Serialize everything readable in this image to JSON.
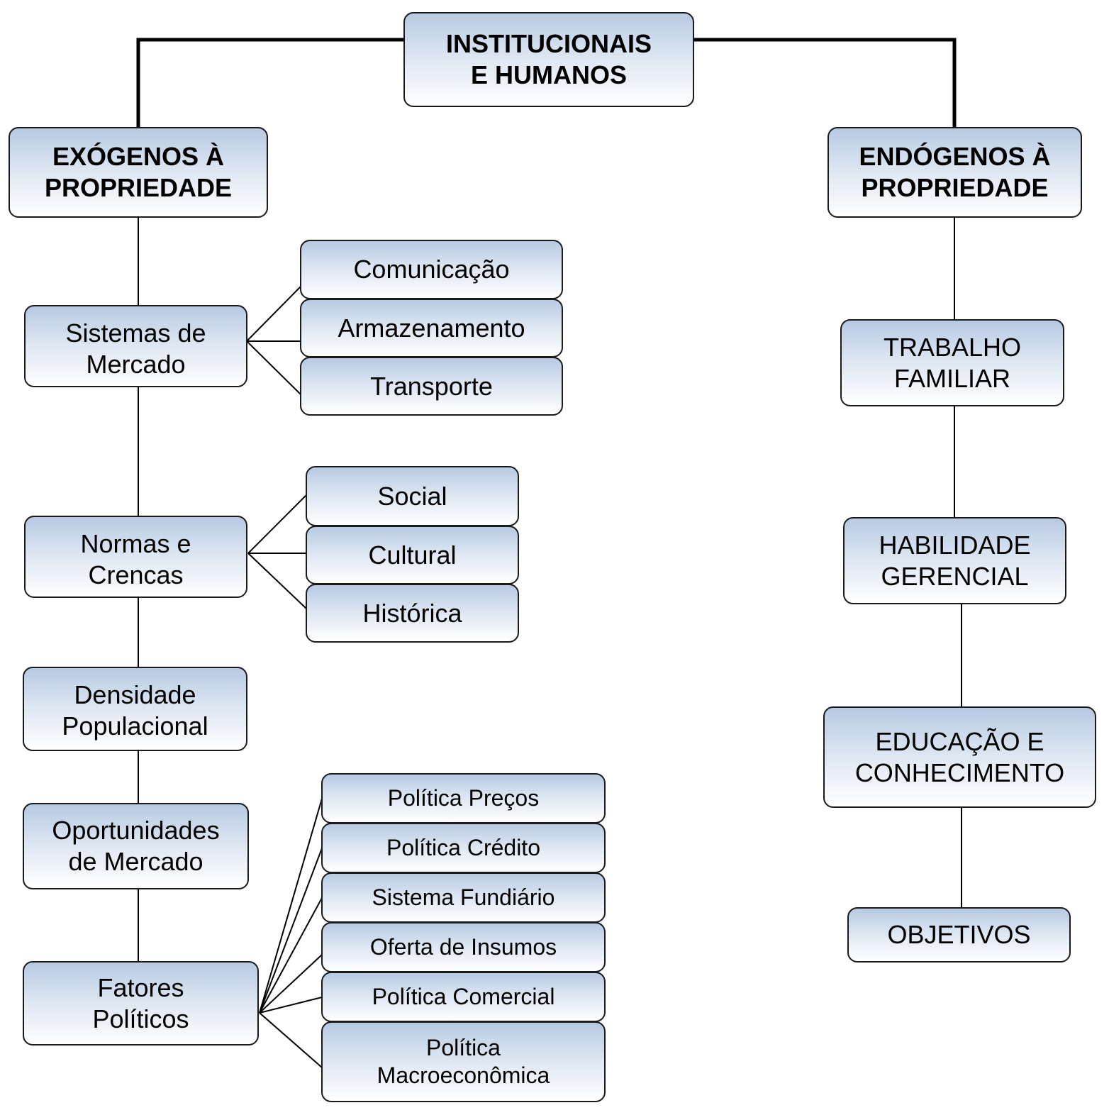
{
  "root": {
    "label": "INSTITUCIONAIS\nE HUMANOS"
  },
  "exogenous": {
    "label": "EXÓGENOS À\nPROPRIEDADE",
    "groups": {
      "market_systems": {
        "label": "Sistemas de\nMercado",
        "children": [
          "Comunicação",
          "Armazenamento",
          "Transporte"
        ]
      },
      "norms": {
        "label": "Normas e\nCrencas",
        "children": [
          "Social",
          "Cultural",
          "Histórica"
        ]
      },
      "density": {
        "label": "Densidade\nPopulacional"
      },
      "opportunities": {
        "label": "Oportunidades\nde Mercado"
      },
      "political": {
        "label": "Fatores\nPolíticos",
        "children": [
          "Política Preços",
          "Política Crédito",
          "Sistema Fundiário",
          "Oferta de Insumos",
          "Política Comercial",
          "Política\nMacroeconômica"
        ]
      }
    }
  },
  "endogenous": {
    "label": "ENDÓGENOS À\nPROPRIEDADE",
    "items": [
      "TRABALHO\nFAMILIAR",
      "HABILIDADE\nGERENCIAL",
      "EDUCAÇÃO E\nCONHECIMENTO",
      "OBJETIVOS"
    ]
  },
  "colors": {
    "box_top": "#b7c9e2",
    "box_bottom": "#ffffff",
    "line": "#000000"
  }
}
